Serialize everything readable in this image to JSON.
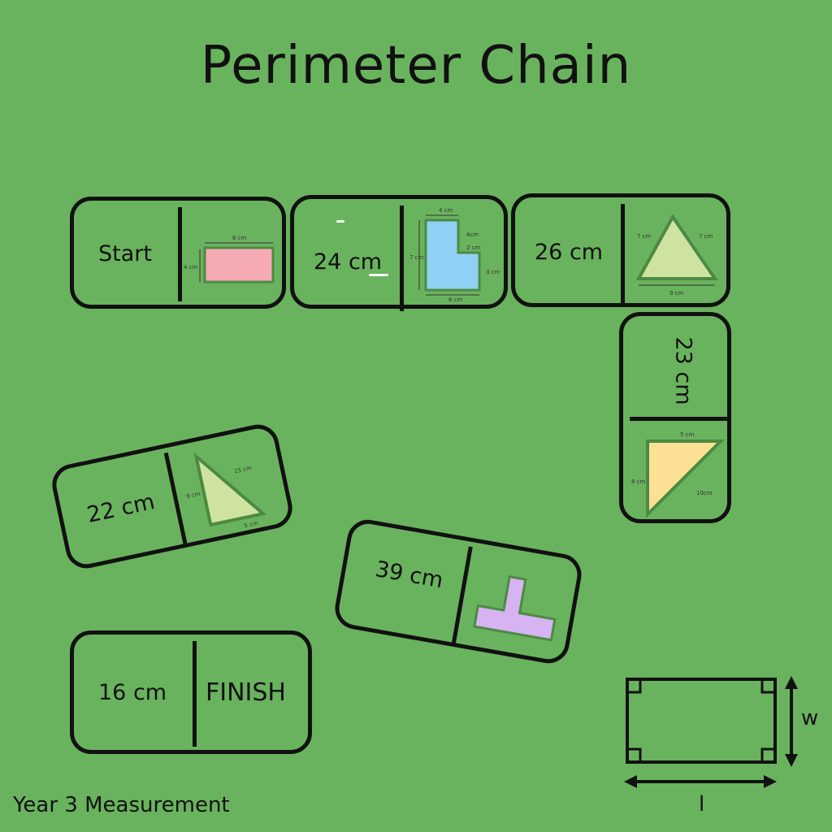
{
  "title": "Perimeter Chain",
  "footer": "Year 3 Measurement",
  "dominoes": [
    {
      "answer": "Start",
      "shape": "rectangle",
      "labels": [
        "8 cm",
        "4 cm"
      ]
    },
    {
      "answer": "24 cm",
      "shape": "l-shape",
      "labels": [
        "4 cm",
        "4cm",
        "2 cm",
        "7 cm",
        "3 cm",
        "6 cm"
      ]
    },
    {
      "answer": "26 cm",
      "shape": "triangle",
      "labels": [
        "7 cm",
        "7 cm",
        "9 cm"
      ]
    },
    {
      "answer": "23 cm",
      "shape": "right-triangle",
      "labels": [
        "8 cm",
        "10cm",
        "5 cm"
      ]
    },
    {
      "answer": "22 cm",
      "shape": "scalene-triangle",
      "labels": [
        "9 cm",
        "15 cm",
        "5 cm"
      ]
    },
    {
      "answer": "39 cm",
      "shape": "t-shape",
      "labels": []
    },
    {
      "answer": "16 cm",
      "finish": "FINISH"
    }
  ],
  "legend": {
    "width_label": "w",
    "length_label": "l"
  },
  "colors": {
    "background": "#6ab35e",
    "pink": "#f6aab4",
    "blue": "#8fd1f5",
    "light_green": "#cfe3a0",
    "yellow": "#fde093",
    "purple": "#d6b3f1"
  }
}
